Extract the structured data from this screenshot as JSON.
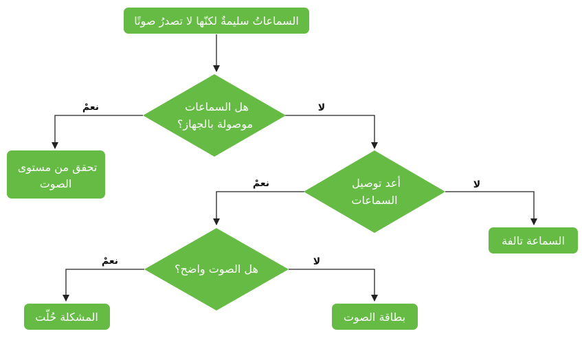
{
  "colors": {
    "node": "#66bb45",
    "node_text": "#ffffff",
    "edge": "#222222",
    "label": "#111111"
  },
  "nodes": {
    "start": {
      "lines": [
        "السماعاتُ سليمةٌ لكنّها لا تصدرُ صوتًا"
      ]
    },
    "q_connected": {
      "lines": [
        "هل السماعات",
        "موصولة بالجهاز؟"
      ]
    },
    "check_volume": {
      "lines": [
        "تحقق من مستوى",
        "الصوت"
      ]
    },
    "reconnect": {
      "lines": [
        "أعد توصيل",
        "السماعات"
      ]
    },
    "broken": {
      "lines": [
        "السماعة تالفة"
      ]
    },
    "q_clear": {
      "lines": [
        "هل الصوت واضح؟"
      ]
    },
    "solved": {
      "lines": [
        "المشكلة حُلّت"
      ]
    },
    "sound_card": {
      "lines": [
        "بطاقة الصوت"
      ]
    }
  },
  "edges": {
    "connected_yes": "نعمْ",
    "connected_no": "لا",
    "reconnect_yes": "نعمْ",
    "reconnect_no": "لا",
    "clear_yes": "نعمْ",
    "clear_no": "لا"
  }
}
